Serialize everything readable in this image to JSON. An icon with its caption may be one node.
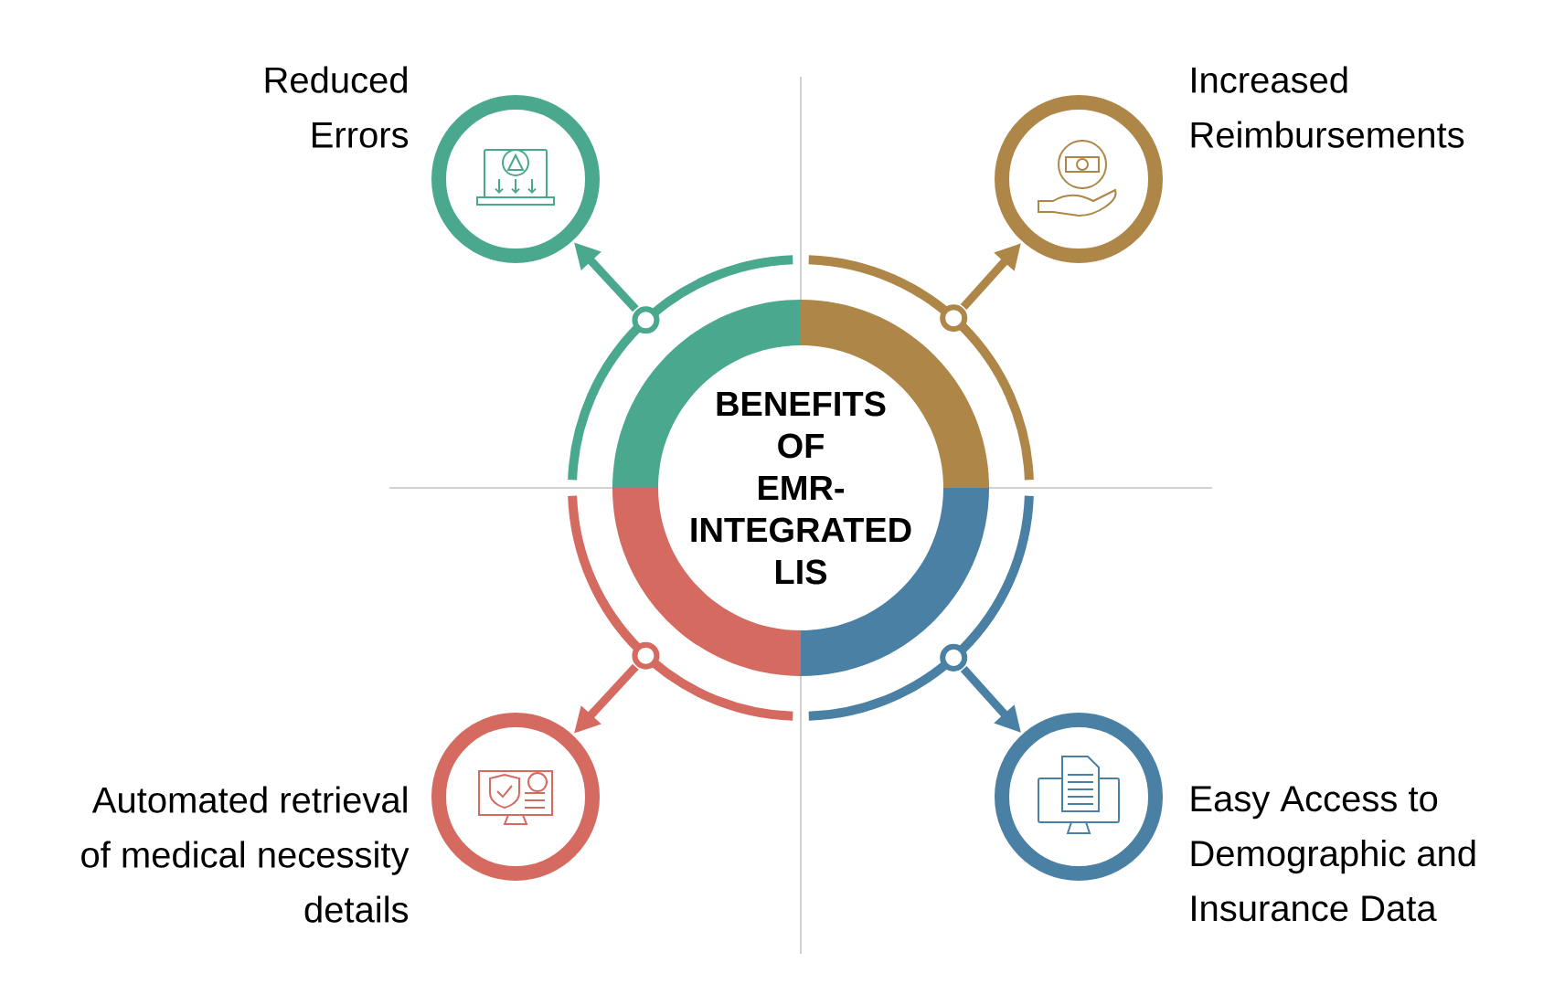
{
  "diagram": {
    "nodes": [
      {
        "text": [
          "BENEFITS OF EMR-INTEGRATED LIS"
        ]
      },
      {
        "text": [
          "Reduced Errors"
        ]
      },
      {
        "text": [
          "Increased Reimbursements"
        ]
      },
      {
        "text": [
          "Automated retrieval of medical necessity details"
        ]
      },
      {
        "text": [
          "Easy Access to Demographic and Insurance Data"
        ]
      }
    ],
    "edges": [
      {
        "from": 0,
        "to": 1,
        "arrow": "to",
        "color": "#4aa88f"
      },
      {
        "from": 0,
        "to": 2,
        "arrow": "to",
        "color": "#ae8647"
      },
      {
        "from": 0,
        "to": 3,
        "arrow": "to",
        "color": "#d46a60"
      },
      {
        "from": 0,
        "to": 4,
        "arrow": "to",
        "color": "#4a80a3"
      }
    ]
  }
}
